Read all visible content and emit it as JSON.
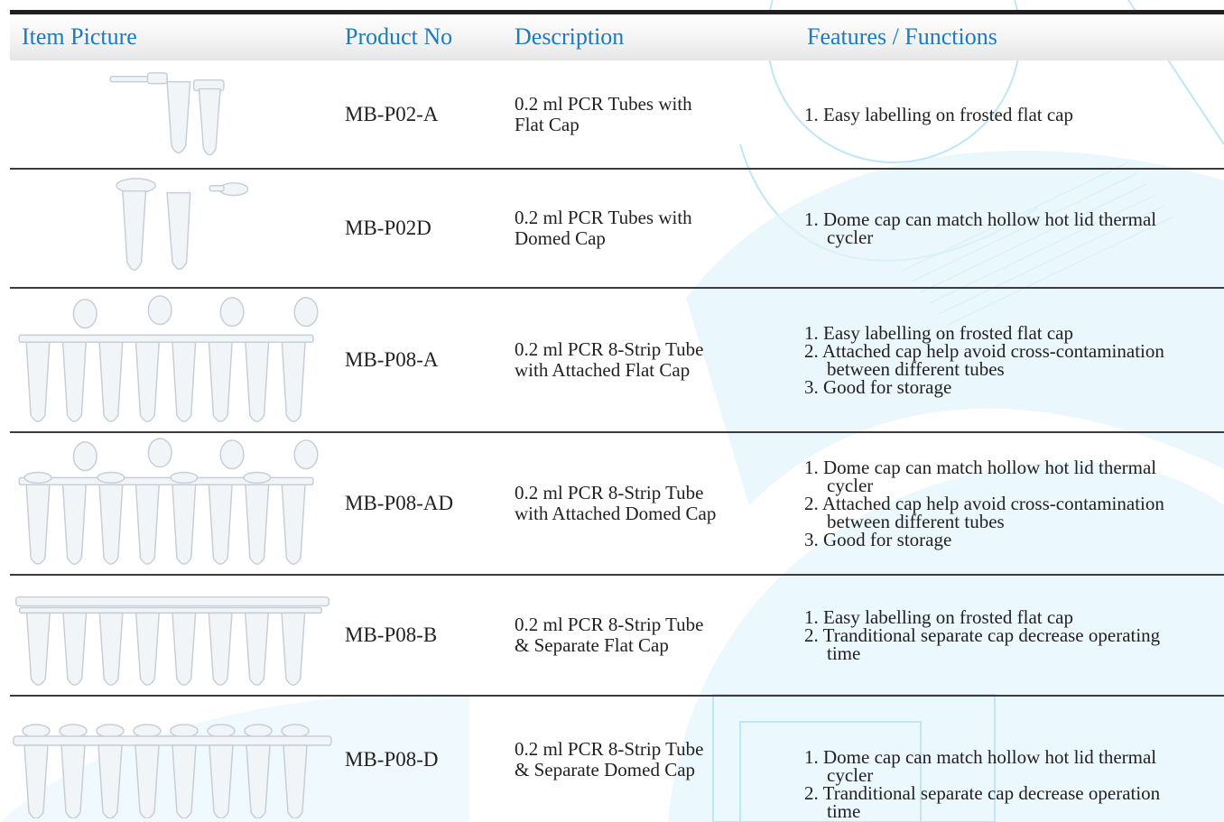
{
  "header": {
    "item_picture": "Item Picture",
    "product_no": "Product No",
    "description": "Description",
    "features": "Features / Functions"
  },
  "colors": {
    "header_text": "#1a7bbd",
    "rule": "#3b3b3b",
    "watermark": "#bfe6f7"
  },
  "rows": [
    {
      "image": "pcr-tubes-flat-cap-image",
      "product_no": "MB-P02-A",
      "description": [
        "0.2 ml PCR Tubes with",
        "Flat Cap"
      ],
      "features": [
        "1. Easy labelling on frosted flat cap"
      ]
    },
    {
      "image": "pcr-tubes-domed-cap-image",
      "product_no": "MB-P02D",
      "description": [
        "0.2 ml PCR Tubes with",
        "Domed Cap"
      ],
      "features": [
        "1. Dome cap can match hollow hot lid thermal cycler"
      ]
    },
    {
      "image": "8-strip-attached-flat-cap-image",
      "product_no": "MB-P08-A",
      "description": [
        "0.2 ml PCR 8-Strip Tube",
        "with Attached Flat Cap"
      ],
      "features": [
        "1. Easy labelling on frosted flat cap",
        "2. Attached cap help avoid cross-contamination between different tubes",
        "3. Good for storage"
      ]
    },
    {
      "image": "8-strip-attached-domed-cap-image",
      "product_no": "MB-P08-AD",
      "description": [
        "0.2 ml PCR 8-Strip Tube",
        "with Attached Domed Cap"
      ],
      "features": [
        "1. Dome cap can match hollow hot lid thermal cycler",
        "2. Attached cap help avoid cross-contamination between different tubes",
        "3. Good for storage"
      ]
    },
    {
      "image": "8-strip-separate-flat-cap-image",
      "product_no": "MB-P08-B",
      "description": [
        "0.2 ml PCR 8-Strip Tube",
        "& Separate Flat Cap"
      ],
      "features": [
        "1. Easy labelling on frosted flat cap",
        "2. Tranditional separate cap decrease operating time"
      ]
    },
    {
      "image": "8-strip-separate-domed-cap-image",
      "product_no": "MB-P08-D",
      "description": [
        "0.2 ml PCR 8-Strip Tube",
        "& Separate Domed Cap"
      ],
      "features": [
        "1. Dome cap can match hollow hot lid thermal cycler",
        "2. Tranditional separate cap decrease operation time"
      ]
    }
  ]
}
